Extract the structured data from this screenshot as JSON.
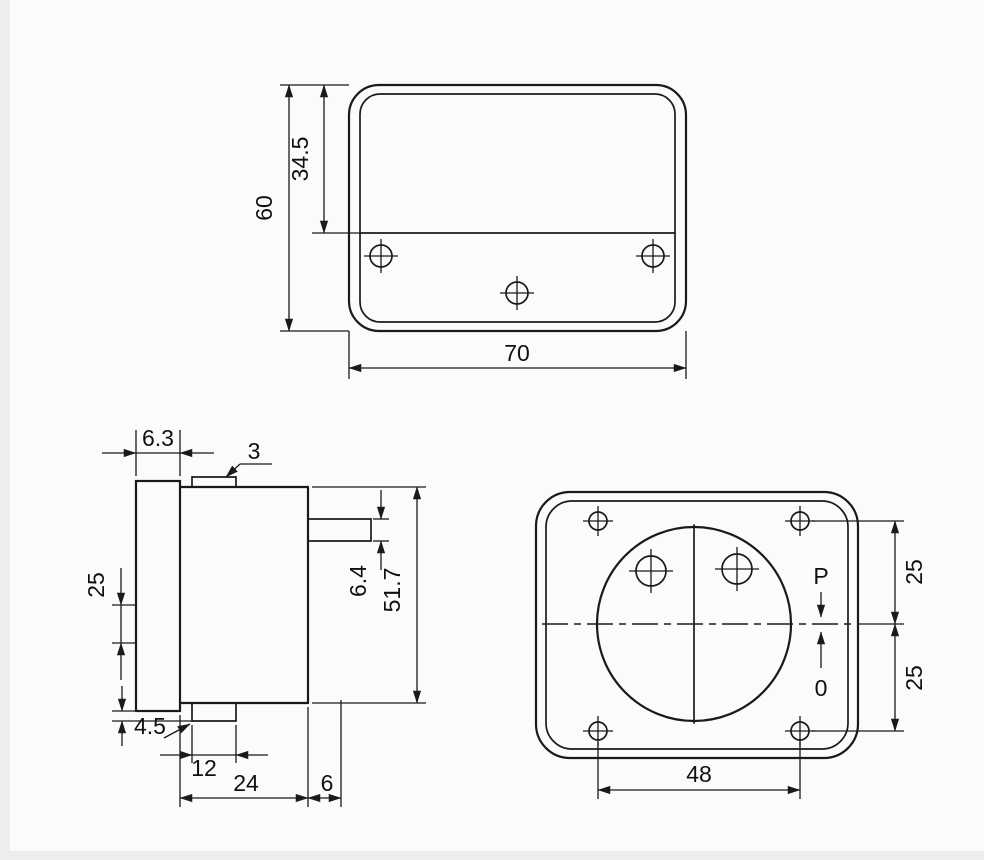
{
  "front_view": {
    "height": "60",
    "window_height": "34.5",
    "width": "70"
  },
  "side_view": {
    "flange_depth": "6.3",
    "tab_thickness": "3",
    "terminal_offset": "25",
    "stud_thickness": "6.4",
    "body_height": "51.7",
    "foot_offset": "4.5",
    "tab_width": "12",
    "body_depth": "24",
    "stud_length": "6"
  },
  "rear_view": {
    "upper_spacing": "25",
    "lower_spacing": "25",
    "hole_spacing": "48",
    "pointer_label": "P",
    "zero_label": "0"
  }
}
